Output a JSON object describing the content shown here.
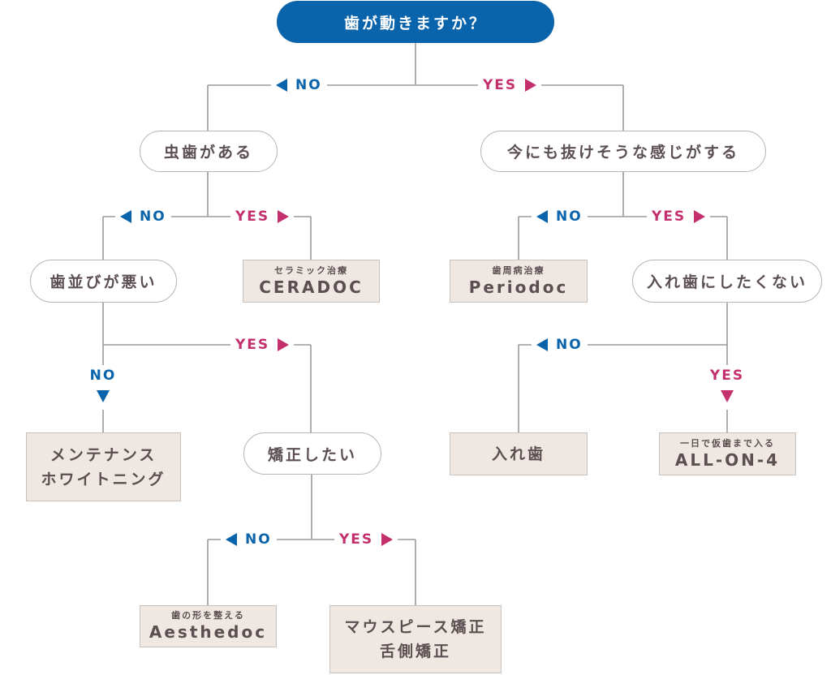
{
  "root": {
    "question": "歯が動きますか？"
  },
  "labels": {
    "no": "NO",
    "yes": "YES"
  },
  "questions": {
    "cavity": "虫歯がある",
    "loose": "今にも抜けそうな感じがする",
    "alignment": "歯並びが悪い",
    "no_denture": "入れ歯にしたくない",
    "orthodontics": "矯正したい"
  },
  "results": {
    "ceradoc": {
      "caption": "セラミック治療",
      "name": "CERADOC"
    },
    "periodoc": {
      "caption": "歯周病治療",
      "name": "Periodoc"
    },
    "maintenance": {
      "lines": [
        "メンテナンス",
        "ホワイトニング"
      ]
    },
    "denture": {
      "name": "入れ歯"
    },
    "allon4": {
      "caption": "一日で仮歯まで入る",
      "name": "ALL-ON-4"
    },
    "aesthedoc": {
      "caption": "歯の形を整える",
      "name": "Aesthedoc"
    },
    "mouthpiece": {
      "lines": [
        "マウスピース矯正",
        "舌側矯正"
      ]
    }
  },
  "colors": {
    "no": "#0a64ab",
    "yes": "#c3306d",
    "text": "#5b4f52",
    "result_bg": "#efe7e2",
    "connector": "#9a9a9a"
  },
  "icons": {
    "no_arrow": "triangle-left-icon",
    "yes_arrow": "triangle-right-icon",
    "down_arrow": "triangle-down-icon"
  }
}
